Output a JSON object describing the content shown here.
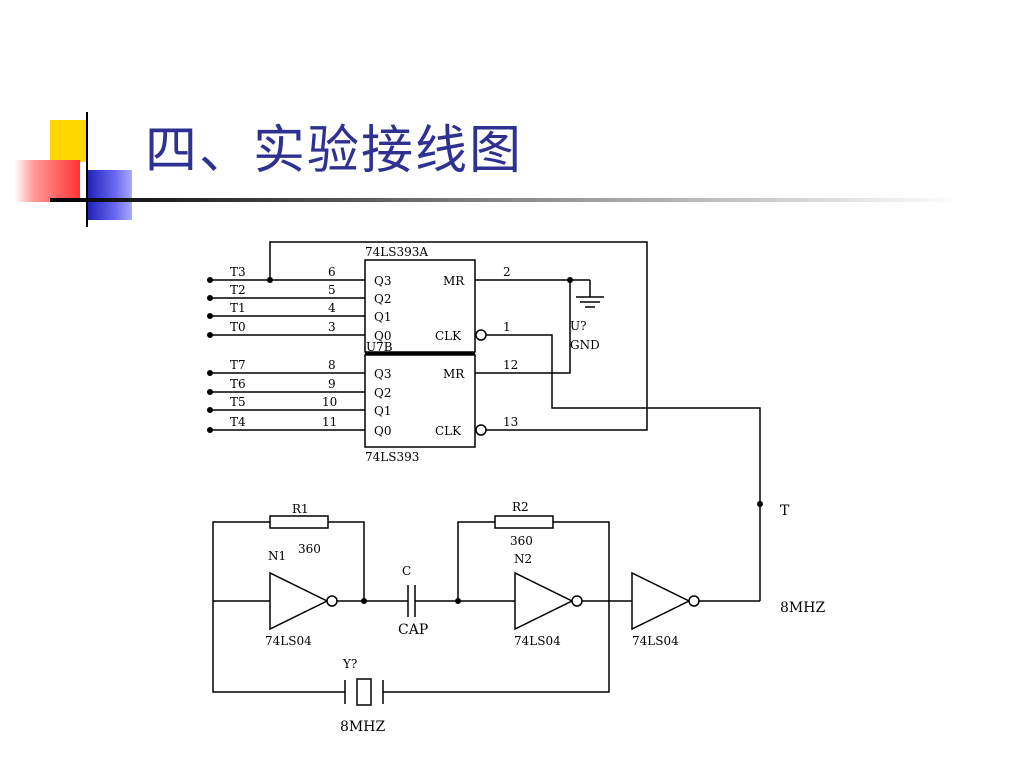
{
  "slide": {
    "title": "四、实验接线图",
    "accent_colors": {
      "yellow": "#ffd700",
      "blue": "#3333cc",
      "red": "#ff3333",
      "title": "#2e3192"
    }
  },
  "schematic": {
    "upper_chip_name": "74LS393A",
    "lower_chip_name": "74LS393",
    "lower_chip_tag": "U7B",
    "upper_pins": [
      {
        "net": "T3",
        "num": "6",
        "pin": "Q3"
      },
      {
        "net": "T2",
        "num": "5",
        "pin": "Q2"
      },
      {
        "net": "T1",
        "num": "4",
        "pin": "Q1"
      },
      {
        "net": "T0",
        "num": "3",
        "pin": "Q0"
      }
    ],
    "lower_pins": [
      {
        "net": "T7",
        "num": "8",
        "pin": "Q3"
      },
      {
        "net": "T6",
        "num": "9",
        "pin": "Q2"
      },
      {
        "net": "T5",
        "num": "10",
        "pin": "Q1"
      },
      {
        "net": "T4",
        "num": "11",
        "pin": "Q0"
      }
    ],
    "upper_mr": "MR",
    "upper_mr_num": "2",
    "upper_clk": "CLK",
    "upper_clk_num": "1",
    "lower_mr": "MR",
    "lower_mr_num": "12",
    "lower_clk": "CLK",
    "lower_clk_num": "13",
    "gnd_ref": "U?",
    "gnd_label": "GND",
    "t_label": "T",
    "freq_label": "8MHZ",
    "r1_name": "R1",
    "r1_value": "360",
    "r2_name": "R2",
    "r2_value": "360",
    "n1_name": "N1",
    "n2_name": "N2",
    "gate1_part": "74LS04",
    "gate2_part": "74LS04",
    "gate3_part": "74LS04",
    "cap_name": "C",
    "cap_value": "CAP",
    "crystal_name": "Y?",
    "crystal_value": "8MHZ"
  }
}
